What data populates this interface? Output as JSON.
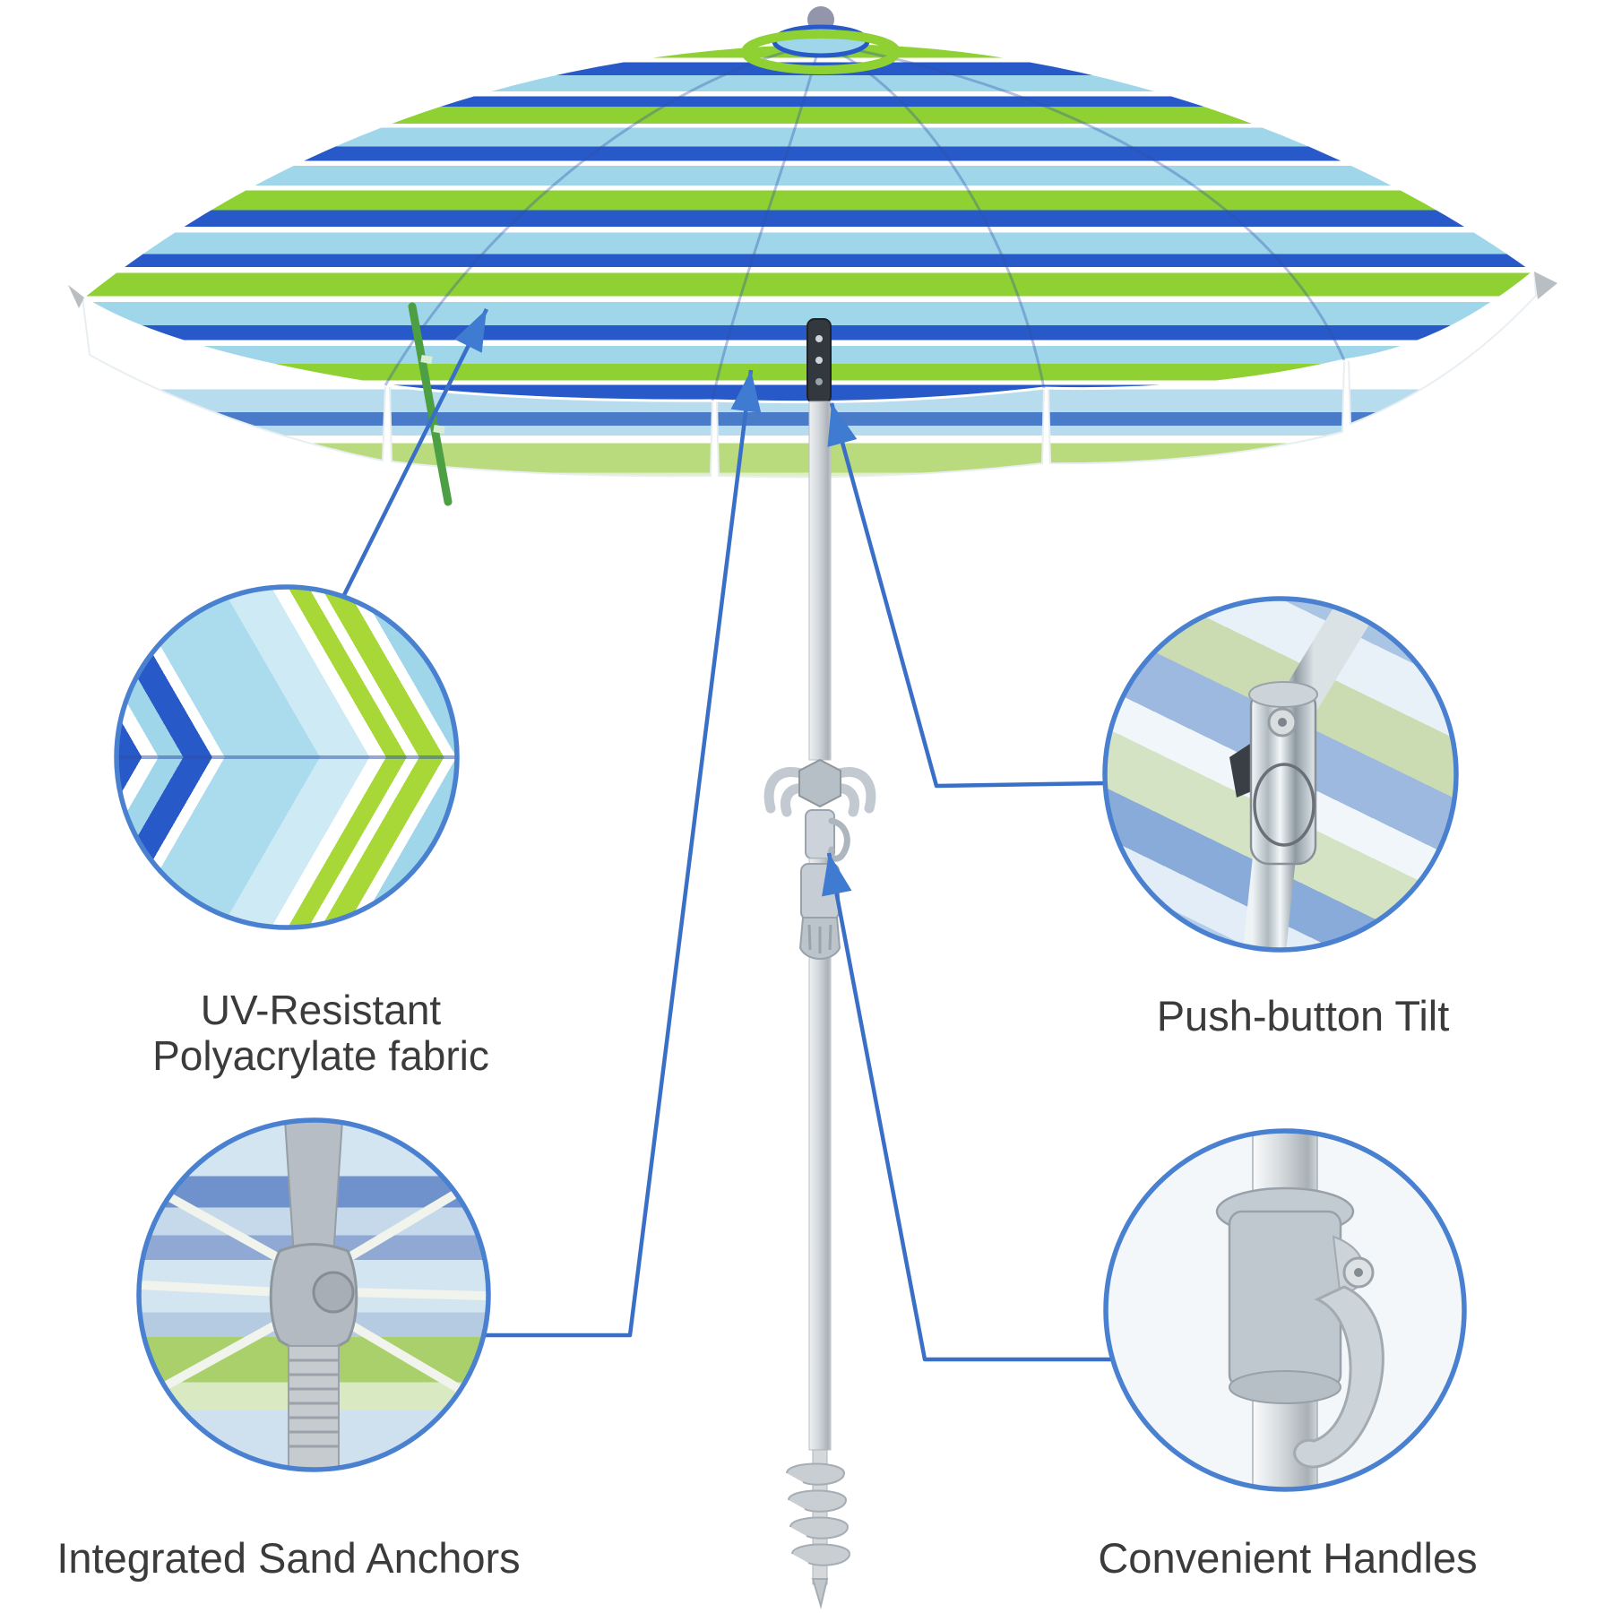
{
  "scene": {
    "type": "annotated-product-diagram",
    "subject": "striped beach umbrella with sand anchor pole"
  },
  "features": {
    "fabric": {
      "line1": "UV-Resistant",
      "line2": "Polyacrylate fabric"
    },
    "tilt": {
      "label": "Push-button Tilt"
    },
    "anchors": {
      "label": "Integrated Sand Anchors"
    },
    "handles": {
      "label": "Convenient Handles"
    }
  },
  "colors": {
    "canopy_royal_blue": "#2859c8",
    "canopy_sky_blue": "#9fd6ea",
    "canopy_lime_green": "#8fd133",
    "canopy_white": "#ffffff",
    "callout_line_blue": "#3a6fc8",
    "callout_ring_blue": "#4a80d0",
    "label_text": "#3b3b3b",
    "pole_silver": "#d3d8dc",
    "fitting_gray": "#c3cad2"
  }
}
